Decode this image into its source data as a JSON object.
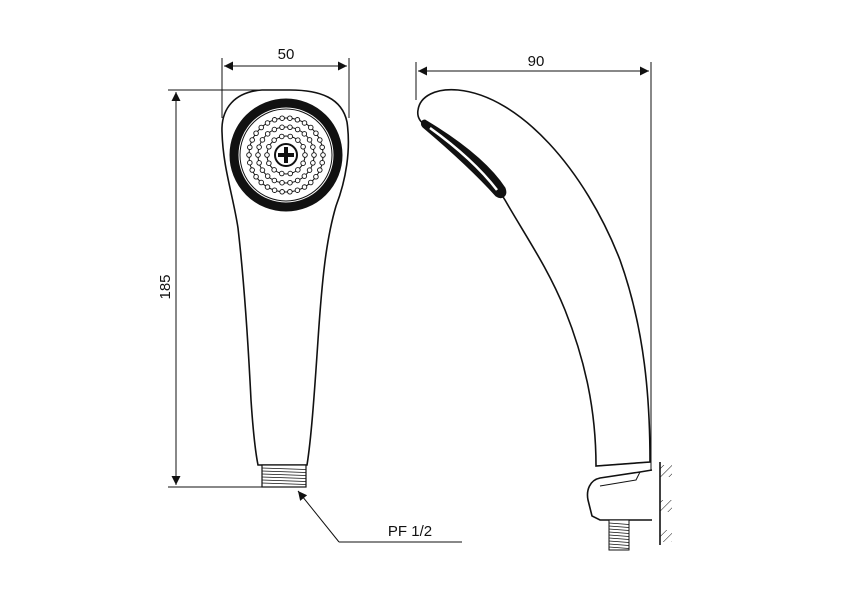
{
  "drawing": {
    "front_view": {
      "width_label": "50",
      "height_label": "185",
      "thread_label": "PF 1/2"
    },
    "side_view": {
      "depth_label": "90"
    },
    "icons": [
      "hand-shower-front-view",
      "hand-shower-side-view",
      "wall-bracket",
      "cross-screw-icon"
    ]
  }
}
